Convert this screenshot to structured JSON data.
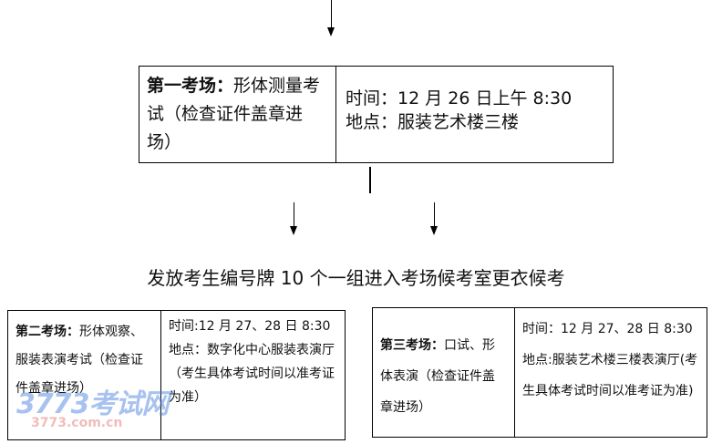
{
  "box1": {
    "label": "第一考场：",
    "desc": "形体测量考试（检查证件盖章进场）",
    "time": "时间：12 月 26 日上午 8:30",
    "place": "地点：服装艺术楼三楼"
  },
  "middle_text": "发放考生编号牌 10 个一组进入考场候考室更衣候考",
  "box2": {
    "label": "第二考场：",
    "desc": "形体观察、服装表演考试（检查证件盖章进场）",
    "time": "时间:12 月 27、28 日 8:30",
    "place": "地点：数字化中心服装表演厅（考生具体考试时间以准考证为准）"
  },
  "box3": {
    "label": "第三考场：",
    "desc": "口试、形体表演（检查证件盖章进场）",
    "time": "时间：12 月 27、28 日 8:30",
    "place": "地点:服装艺术楼三楼表演厅(考生具体考试时间以准考证为准)"
  },
  "watermark": {
    "logo": "3773考试网",
    "url": "3773.com.cn"
  }
}
